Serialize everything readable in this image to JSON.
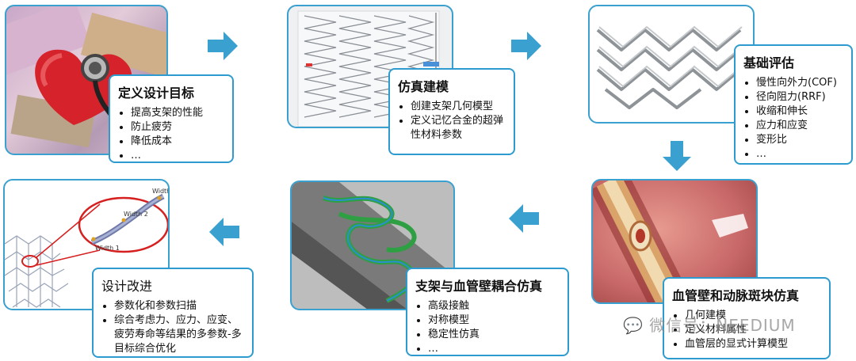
{
  "steps": [
    {
      "title": "定义设计目标",
      "items": [
        "提高支架的性能",
        "防止疲劳",
        "降低成本",
        "…"
      ]
    },
    {
      "title": "仿真建模",
      "items": [
        "创建支架几何模型",
        "定义记忆合金的超弹性材料参数"
      ]
    },
    {
      "title": "基础评估",
      "items": [
        "慢性向外力(COF)",
        "径向阻力(RRF)",
        "收缩和伸长",
        "应力和应变",
        "变形比",
        "…"
      ]
    },
    {
      "title": "血管壁和动脉斑块仿真",
      "items": [
        "几何建模",
        "定义材料属性",
        "血管层的显式计算模型"
      ]
    },
    {
      "title": "支架与血管壁耦合仿真",
      "items": [
        "高级接触",
        "对称模型",
        "稳定性仿真",
        "…"
      ]
    },
    {
      "title": "设计改进",
      "items": [
        "参数化和参数扫描",
        "综合考虑力、应力、应变、疲劳寿命等结果的多参数-多目标综合优化"
      ]
    }
  ],
  "detail_labels": {
    "width1": "Width 1",
    "width2": "Width 2",
    "width3": "Width"
  },
  "watermark": "微信号：NEEDIUM",
  "colors": {
    "accent": "#2e9bd0",
    "arrow": "#3aa0cf"
  }
}
